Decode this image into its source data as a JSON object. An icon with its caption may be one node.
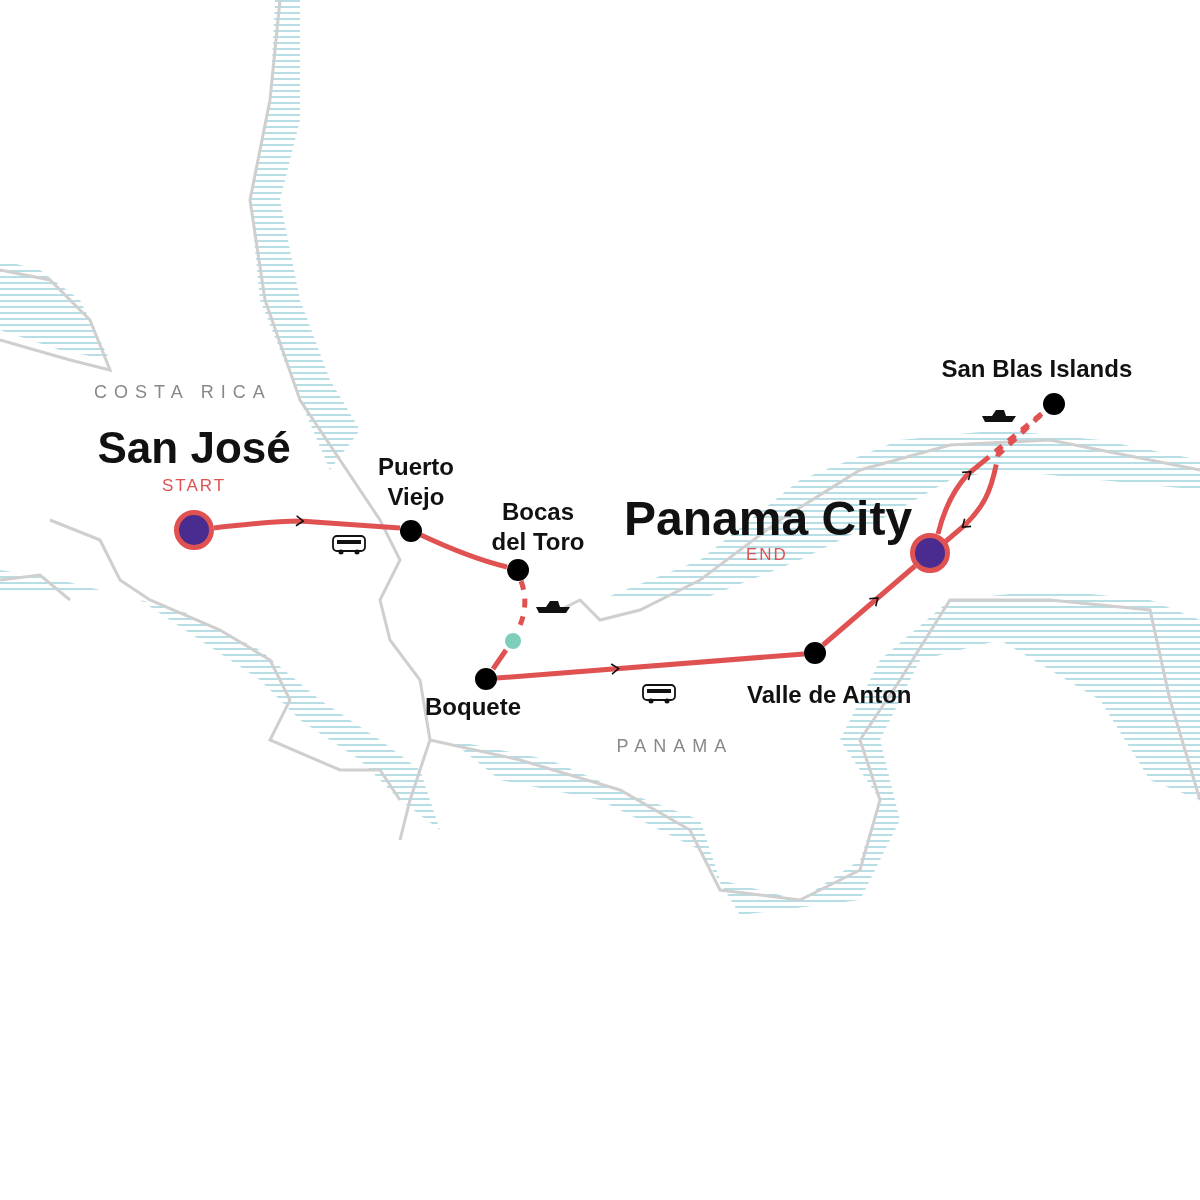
{
  "diagram": {
    "nodes": [
      {
        "text": [
          "San José"
        ],
        "beside": [
          "START"
        ]
      },
      {
        "text": [
          "Puerto Viejo"
        ]
      },
      {
        "text": [
          "Bocas del Toro"
        ]
      },
      {
        "text": [],
        "shape": "circle"
      },
      {
        "text": [
          "Boquete"
        ]
      },
      {
        "text": [
          "Valle de Anton"
        ]
      },
      {
        "text": [
          "Panama City"
        ]
      },
      {
        "text": [
          "San Blas Islands"
        ]
      }
    ],
    "edges": [
      {
        "from": 0,
        "to": 1,
        "arrow": "to"
      },
      {
        "from": 1,
        "to": 2,
        "arrow": "none"
      },
      {
        "from": 2,
        "to": 3,
        "arrow": "none",
        "style": "dashed"
      },
      {
        "from": 3,
        "to": 4,
        "arrow": "none"
      },
      {
        "from": 4,
        "to": 5,
        "arrow": "to"
      },
      {
        "from": 5,
        "to": 6,
        "arrow": "to"
      },
      {
        "from": 6,
        "to": 7,
        "arrow": "to",
        "style": "dashed"
      },
      {
        "from": 7,
        "to": 6,
        "arrow": "to",
        "style": "dashed"
      }
    ],
    "labels": [
      "COSTA RICA",
      "END",
      "PANAMA"
    ]
  }
}
